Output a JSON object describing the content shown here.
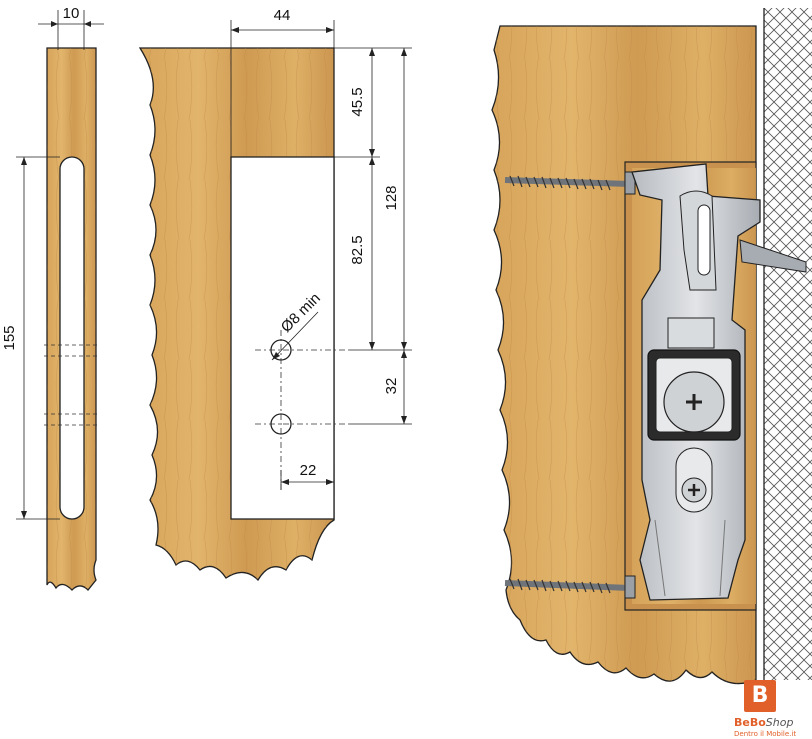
{
  "dimensions": {
    "slot_width": "10",
    "slot_length": "155",
    "cutout_width": "44",
    "top_offset": "45.5",
    "overall_height": "128",
    "hole_to_top": "82.5",
    "hole_spacing": "32",
    "hole_offset": "22",
    "hole_diameter": "Ø8 min"
  },
  "brand": {
    "letter": "B",
    "name": "BeBo",
    "shop": "Shop",
    "tagline": "Dentro il Mobile.it"
  },
  "colors": {
    "wood": "#d9a95f",
    "wood_dark": "#b9854a",
    "metal": "#c9ccd0",
    "metal_dark": "#8a8f95",
    "wall_hatch": "#555555",
    "brand_orange": "#e1602a"
  },
  "icons": {
    "screw": "screw-icon",
    "bracket": "drawer-bracket-icon"
  }
}
